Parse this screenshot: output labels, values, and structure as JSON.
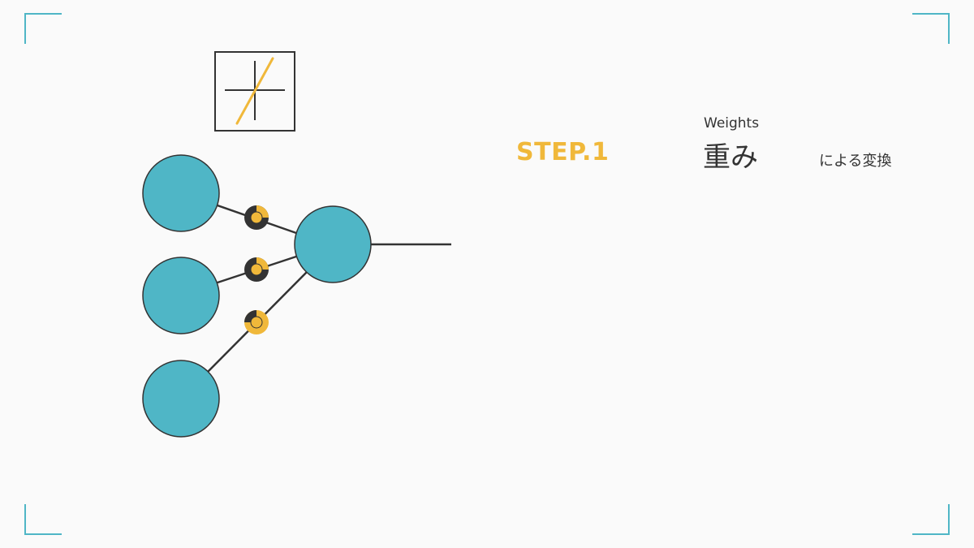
{
  "colors": {
    "accent_cyan": "#4fb6c6",
    "node_fill": "#4fb6c6",
    "accent_yellow": "#f0b83a",
    "line_dark": "#333333",
    "background": "#fafafa"
  },
  "header": {
    "step_label": "STEP.1",
    "weights_en": "Weights",
    "weights_ja": "重み",
    "transform_label": "による変換"
  },
  "diagram": {
    "icon": "plot-axes-with-line-icon",
    "input_nodes": 3,
    "output_nodes": 1,
    "weight_indicators": [
      {
        "style": "dark-ring-yellow-center",
        "level": 0.25
      },
      {
        "style": "dark-ring-yellow-center",
        "level": 0.25
      },
      {
        "style": "yellow-ring-dark-segment",
        "level": 0.75
      }
    ]
  }
}
